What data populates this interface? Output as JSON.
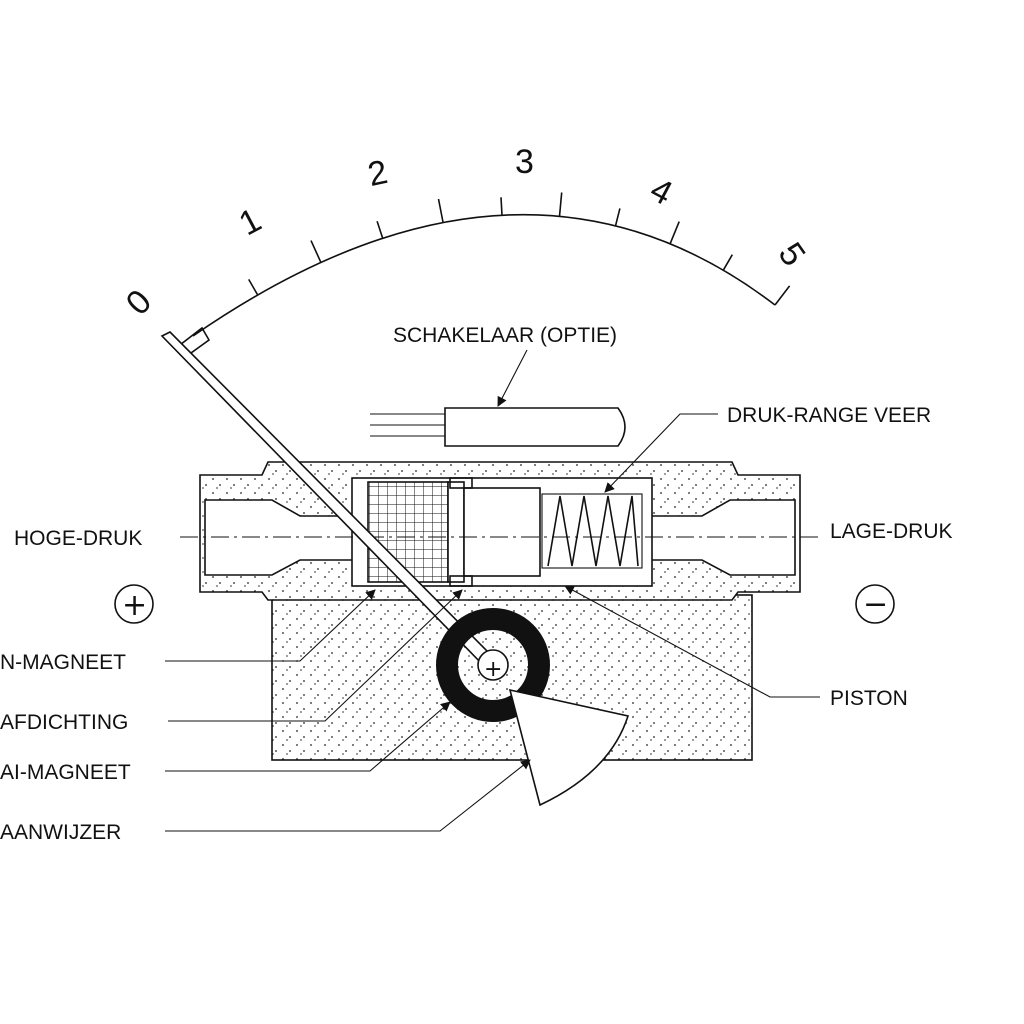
{
  "scale": {
    "numbers": [
      "0",
      "1",
      "2",
      "3",
      "4",
      "5"
    ]
  },
  "labels": {
    "switch": "SCHAKELAAR (OPTIE)",
    "range_spring": "DRUK-RANGE VEER",
    "high_pressure": "HOGE-DRUK",
    "low_pressure": "LAGE-DRUK",
    "piston_magnet": "N-MAGNEET",
    "seal": "AFDICHTING",
    "rotary_magnet": "AI-MAGNEET",
    "pointer": "AANWIJZER",
    "piston": "PISTON"
  },
  "symbols": {
    "plus": "+",
    "minus": "−"
  },
  "colors": {
    "ink": "#111111",
    "background": "#ffffff"
  }
}
